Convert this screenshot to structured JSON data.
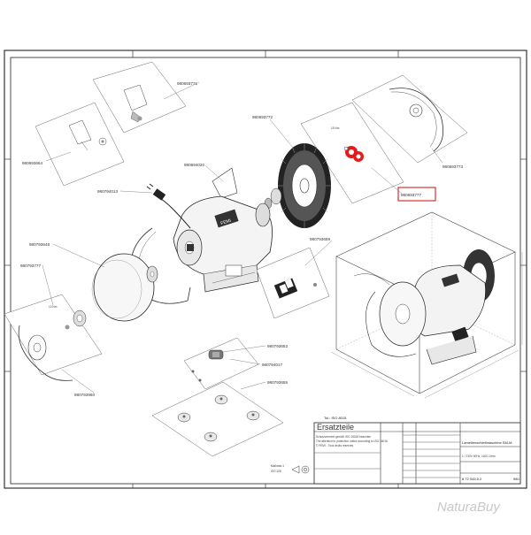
{
  "parts": {
    "p1": "980693771",
    "p2": "980693772",
    "p3": "980693773",
    "p4": "980693777",
    "p5": "980693664",
    "p6": "980794013",
    "p7": "980694020",
    "p8": "980793659",
    "p9": "980793648",
    "p10": "980793777",
    "p11": "980793960",
    "p12": "980793653",
    "p13": "980794017",
    "p14": "980793655"
  },
  "torque": {
    "t1": "15 Nm",
    "t2": "10 Nm"
  },
  "motor_brand": "FEMI",
  "tol": "Tol.: ISO 8015",
  "title_block": {
    "heading": "Ersatzteile",
    "note_line1": "Schutzvermerk gemäß ISO 16016 beachten",
    "note_line2": "The attention to protection notice according to ISO 16016",
    "note_line3": "© FEMI - Tous droits réservés",
    "product": "Lamellenschleifmaschine SM-M",
    "spec": "1 / 230V 50Hz, 1400 1/min",
    "drawing_no": "8 72 045.5.2",
    "sheet": "980"
  },
  "scale_label": "Maßstab 1",
  "scale_std": "ISO 128",
  "watermark": "NaturaBuy"
}
